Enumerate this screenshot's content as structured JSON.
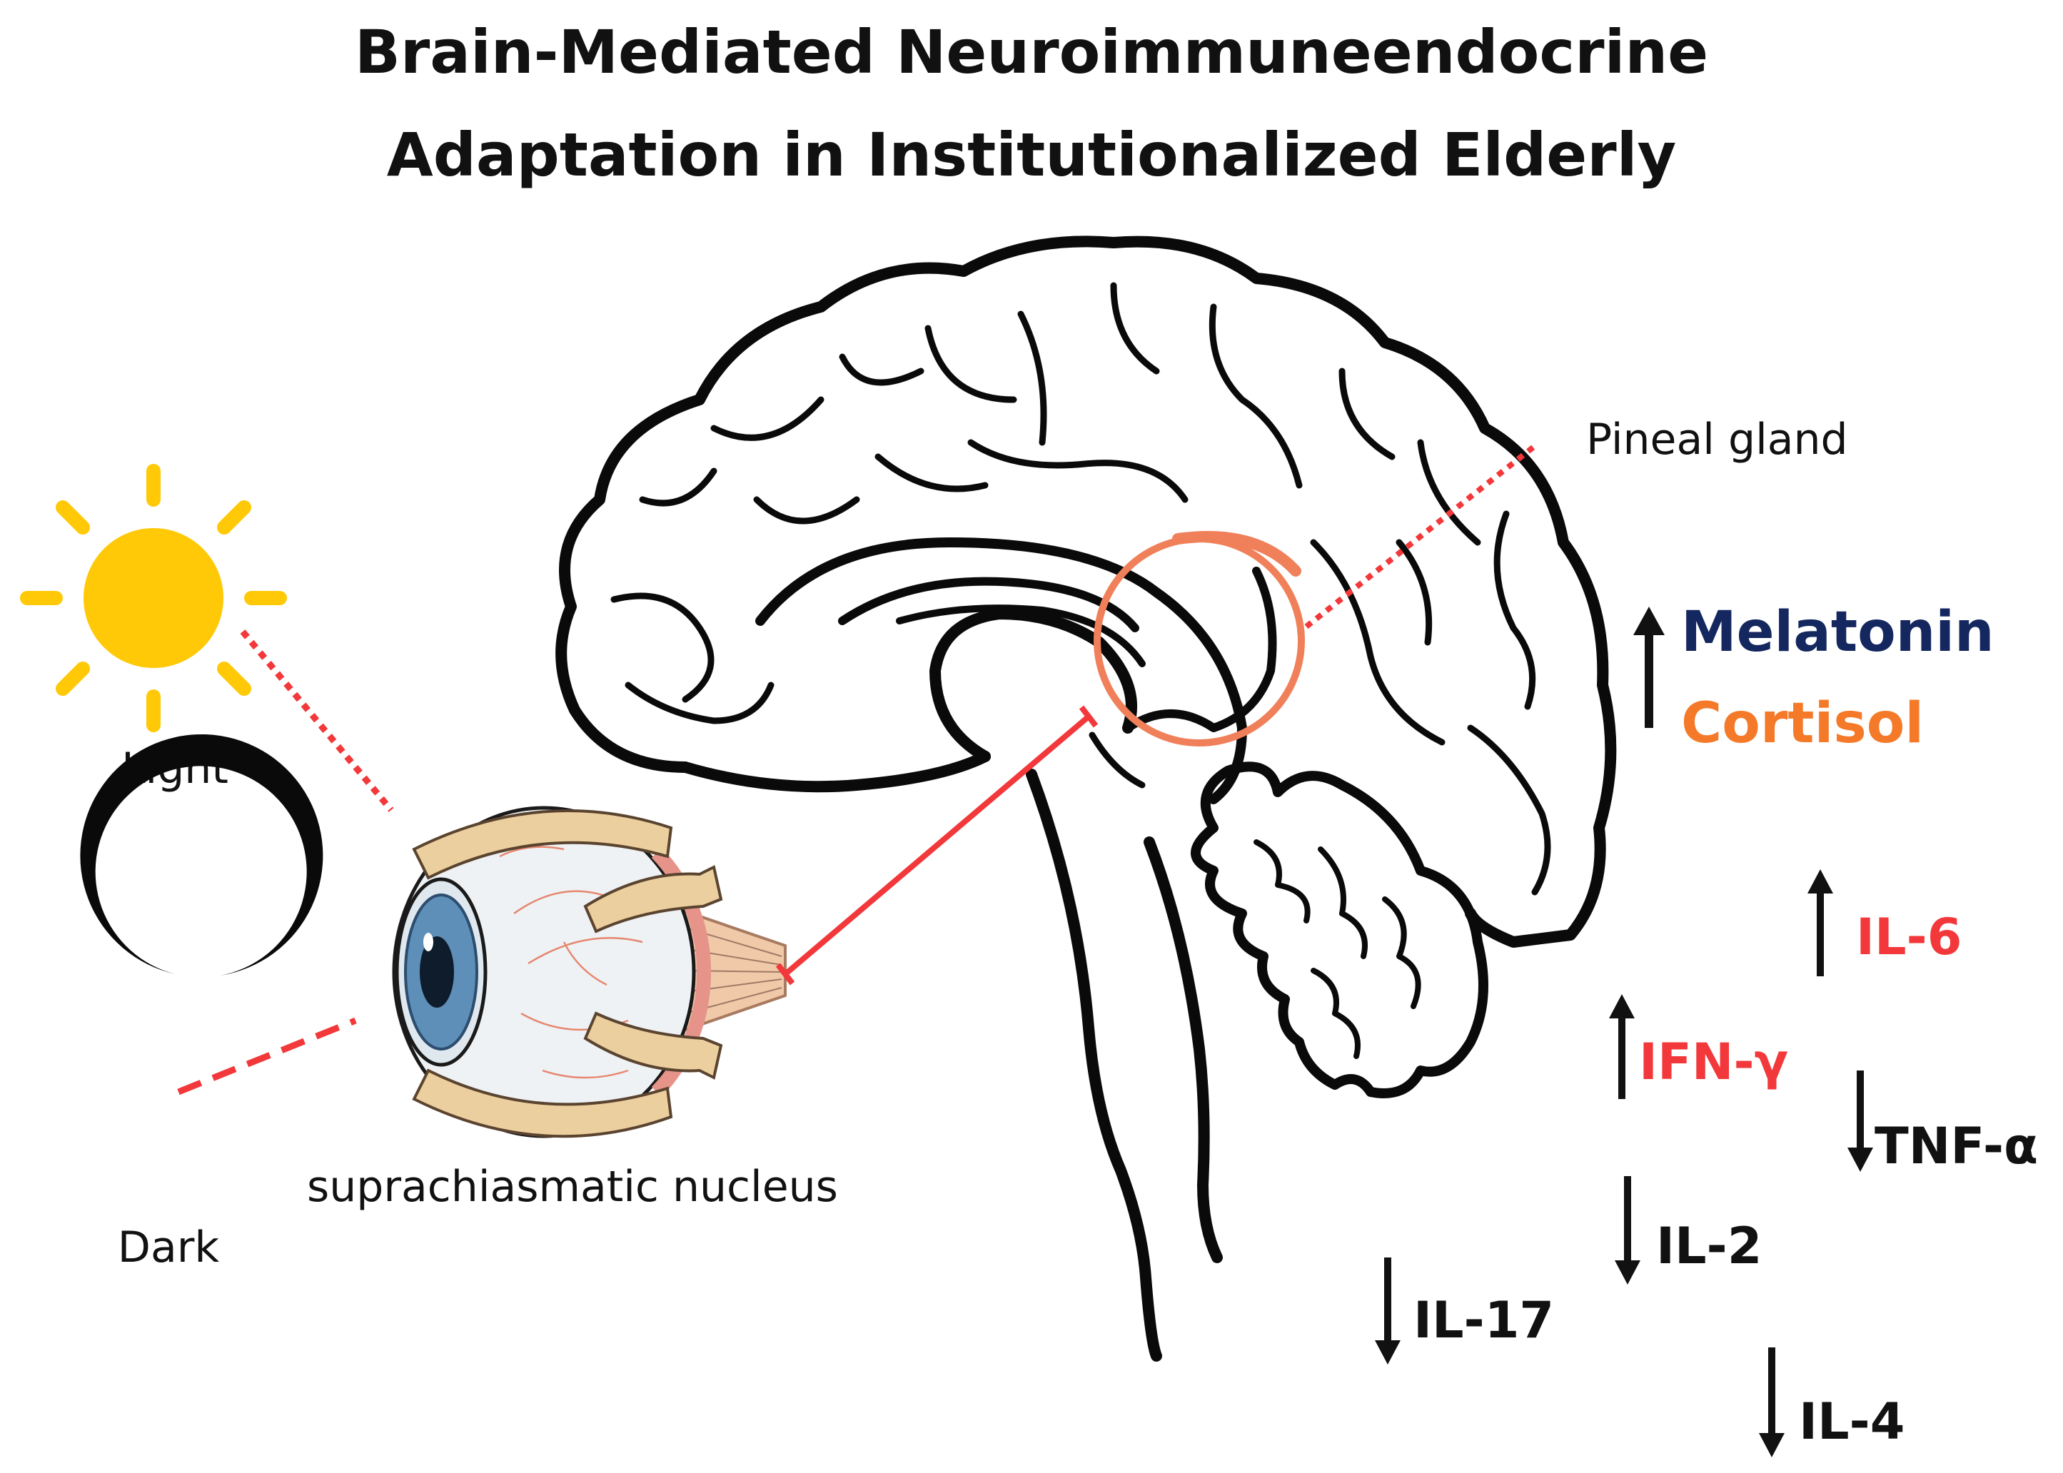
{
  "title": {
    "line1": "Brain-Mediated Neuroimmuneendocrine",
    "line2": "Adaptation in Institutionalized Elderly"
  },
  "labels": {
    "light": "Light",
    "dark": "Dark",
    "scn": "suprachiasmatic nucleus",
    "pineal": "Pineal gland"
  },
  "hormones": [
    {
      "name": "Melatonin",
      "color": "#14275f"
    },
    {
      "name": "Cortisol",
      "color": "#f47a2a"
    }
  ],
  "cytokines": [
    {
      "name": "IL-6",
      "direction": "up",
      "color": "#f2383a"
    },
    {
      "name": "IFN-γ",
      "direction": "up",
      "color": "#f2383a"
    },
    {
      "name": "TNF-α",
      "direction": "down",
      "color": "#111111"
    },
    {
      "name": "IL-2",
      "direction": "down",
      "color": "#111111"
    },
    {
      "name": "IL-17",
      "direction": "down",
      "color": "#111111"
    },
    {
      "name": "IL-4",
      "direction": "down",
      "color": "#111111"
    }
  ],
  "colors": {
    "sun": "#ffc908",
    "accent_red": "#f2383a",
    "pineal_circle": "#f0805a",
    "iris": "#5e8fb8",
    "eye_muscle": "#eccf9e"
  }
}
